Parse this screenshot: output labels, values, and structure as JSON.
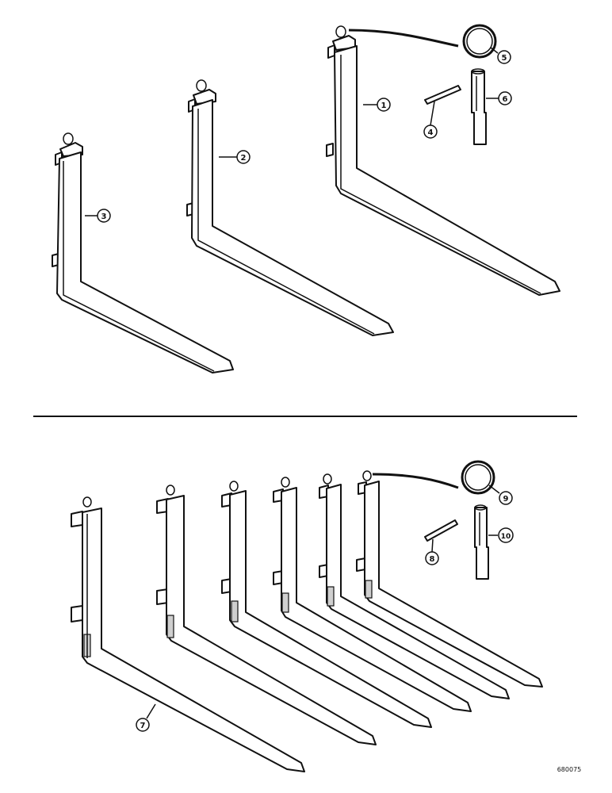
{
  "callouts": {
    "c1": "1",
    "c2": "2",
    "c3": "3",
    "c4": "4",
    "c5": "5",
    "c6": "6",
    "c7": "7",
    "c8": "8",
    "c9": "9",
    "c10": "10"
  },
  "reference_number": "680075",
  "colors": {
    "ink": "#111111",
    "paper": "#ffffff"
  }
}
